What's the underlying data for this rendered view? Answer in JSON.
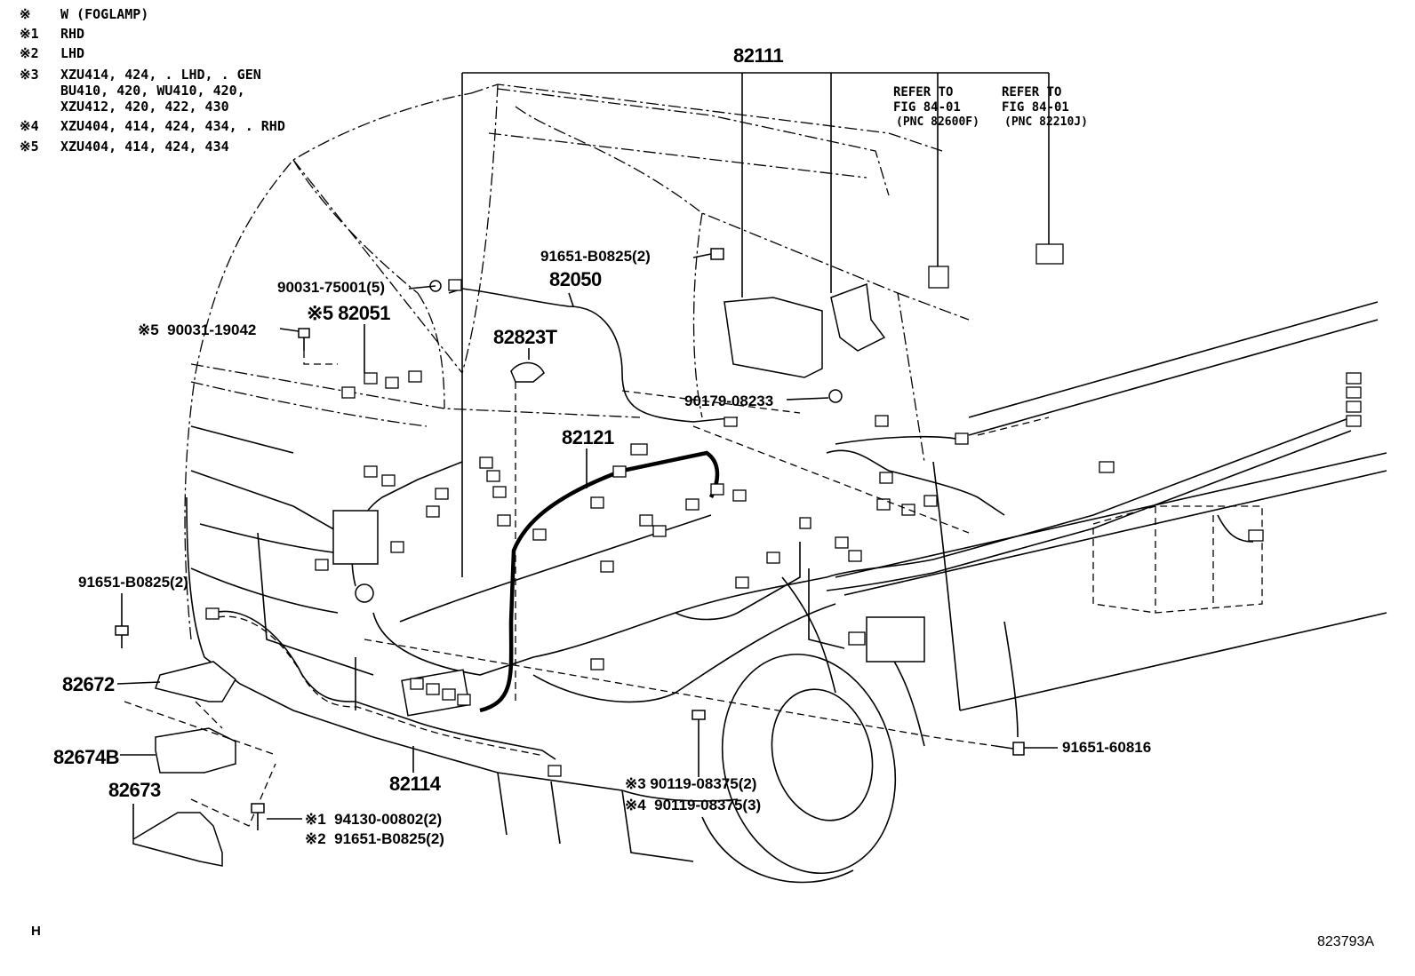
{
  "legend": [
    {
      "mark": "※",
      "text": "W (FOGLAMP)"
    },
    {
      "mark": "※1",
      "text": "RHD"
    },
    {
      "mark": "※2",
      "text": "LHD"
    },
    {
      "mark": "※3",
      "text": "XZU414, 424, . LHD, . GEN"
    },
    {
      "mark": "",
      "text": "BU410, 420, WU410, 420,"
    },
    {
      "mark": "",
      "text": "XZU412, 420, 422, 430"
    },
    {
      "mark": "※4",
      "text": "XZU404, 414, 424, 434, . RHD"
    },
    {
      "mark": "※5",
      "text": "XZU404, 414, 424, 434"
    }
  ],
  "refs": [
    {
      "line1": "REFER TO",
      "line2": "FIG 84-01",
      "line3": "(PNC 82600F)"
    },
    {
      "line1": "REFER TO",
      "line2": "FIG 84-01",
      "line3": "(PNC 82210J)"
    }
  ],
  "labels": {
    "p82111": "82111",
    "p82050": "82050",
    "p82051": "※5 82051",
    "p82823T": "82823T",
    "p82121": "82121",
    "p82114": "82114",
    "p82672": "82672",
    "p82674B": "82674B",
    "p82673": "82673",
    "b91651_b0825_top": "91651-B0825(2)",
    "b90031_75001": "90031-75001(5)",
    "b90031_19042": "※5  90031-19042",
    "b90179_08233": "90179-08233",
    "b91651_b0825_left": "91651-B0825(2)",
    "b91651_60816": "91651-60816",
    "b90119_3": "※3 90119-08375(2)",
    "b90119_4": "※4  90119-08375(3)",
    "b94130": "※1  94130-00802(2)",
    "b91651_b0825_bottom": "※2  91651-B0825(2)"
  },
  "corner_left": "H",
  "figure_code": "823793A"
}
